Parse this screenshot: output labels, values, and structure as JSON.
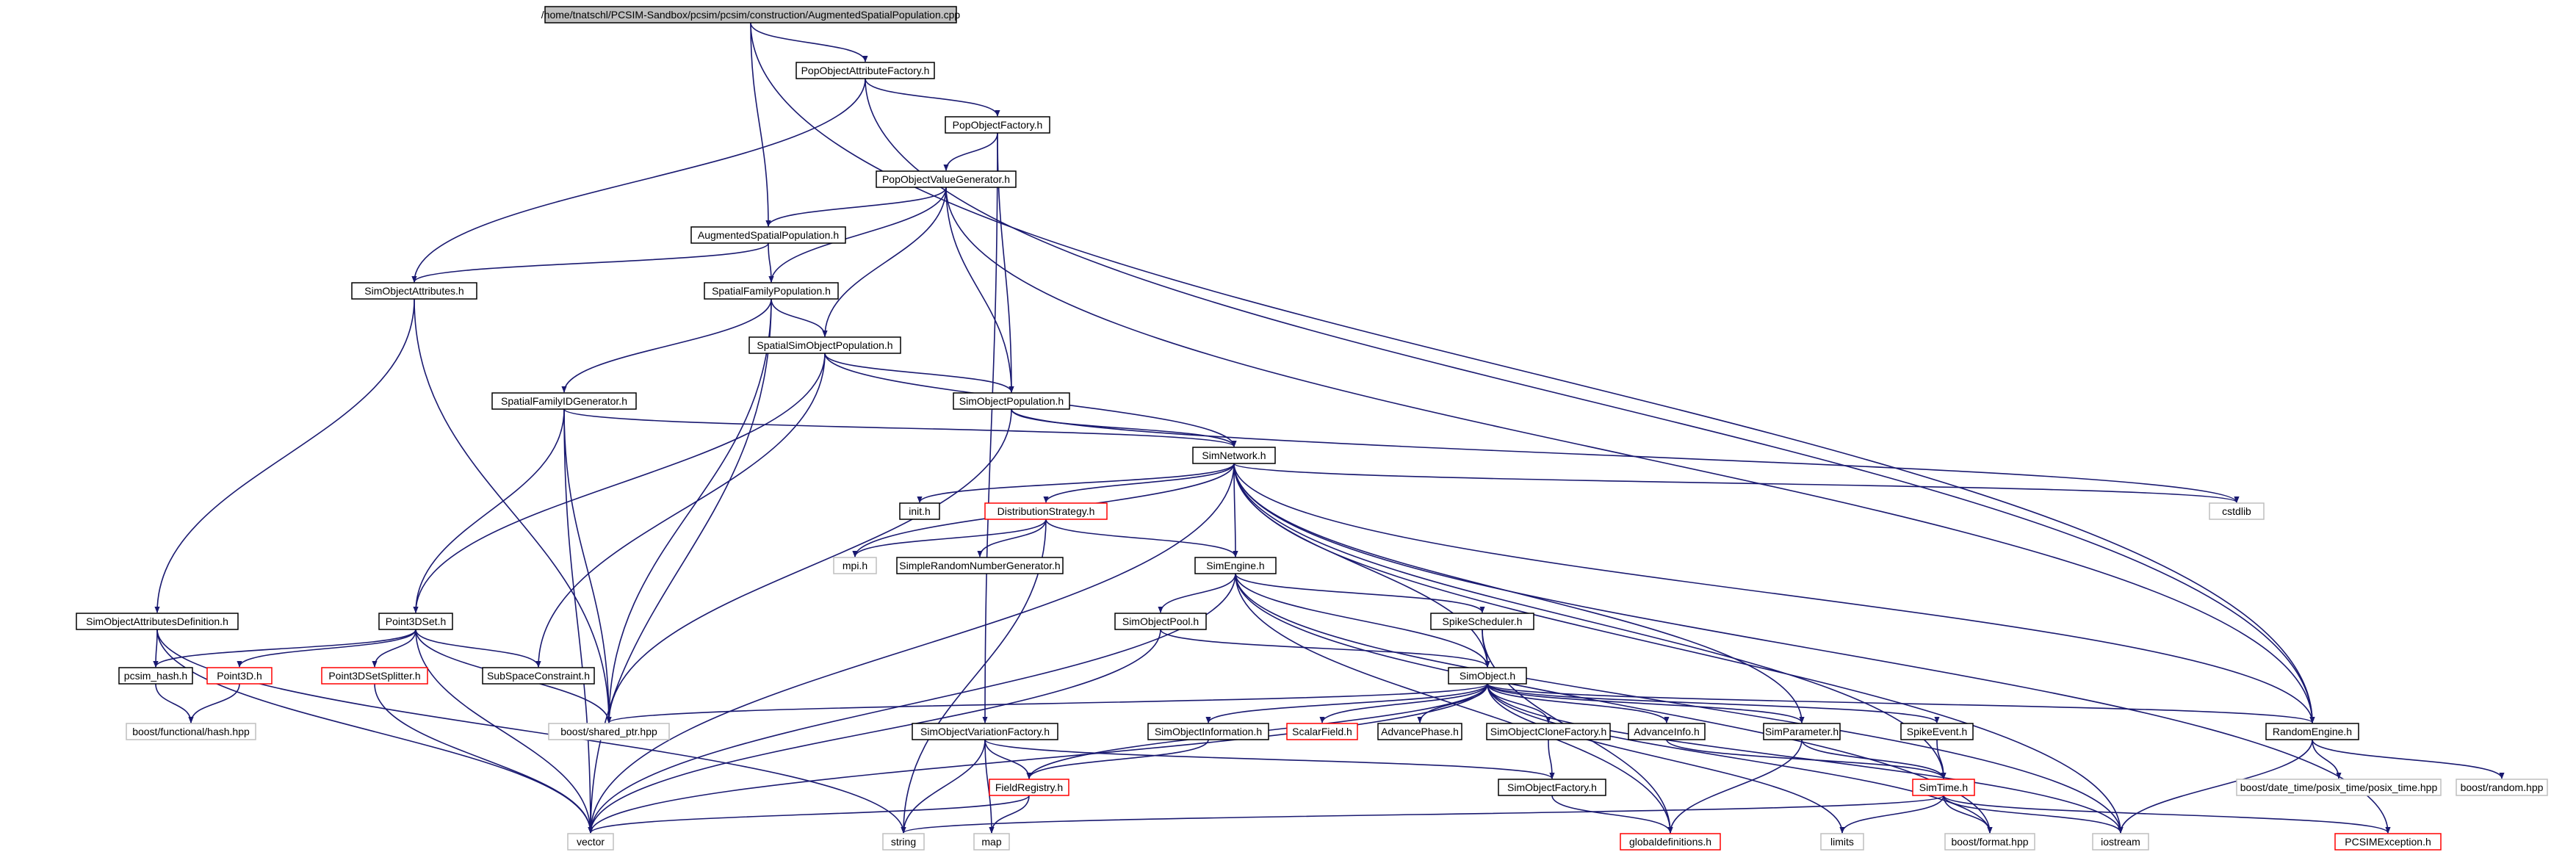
{
  "graph": {
    "colors": {
      "edge": "#191970",
      "normal_border": "#000000",
      "truncated_border": "#ff0000",
      "external_border": "#bfbfbf",
      "root_fill": "#bfbfbf",
      "node_fill": "#ffffff"
    },
    "nodes": [
      {
        "id": "root",
        "label": "/home/tnatschl/PCSIM-Sandbox/pcsim/pcsim/construction/AugmentedSpatialPopulation.cpp",
        "kind": "root"
      },
      {
        "id": "paf",
        "label": "PopObjectAttributeFactory.h",
        "kind": "normal"
      },
      {
        "id": "pof",
        "label": "PopObjectFactory.h",
        "kind": "normal"
      },
      {
        "id": "povg",
        "label": "PopObjectValueGenerator.h",
        "kind": "normal"
      },
      {
        "id": "asp",
        "label": "AugmentedSpatialPopulation.h",
        "kind": "normal"
      },
      {
        "id": "soa",
        "label": "SimObjectAttributes.h",
        "kind": "normal"
      },
      {
        "id": "sfp",
        "label": "SpatialFamilyPopulation.h",
        "kind": "normal"
      },
      {
        "id": "ssop",
        "label": "SpatialSimObjectPopulation.h",
        "kind": "normal"
      },
      {
        "id": "sop",
        "label": "SimObjectPopulation.h",
        "kind": "normal"
      },
      {
        "id": "sfig",
        "label": "SpatialFamilyIDGenerator.h",
        "kind": "normal"
      },
      {
        "id": "sn",
        "label": "SimNetwork.h",
        "kind": "normal"
      },
      {
        "id": "cstdlib",
        "label": "cstdlib",
        "kind": "external"
      },
      {
        "id": "inth",
        "label": "init.h",
        "kind": "normal"
      },
      {
        "id": "ds",
        "label": "DistributionStrategy.h",
        "kind": "truncated"
      },
      {
        "id": "mpi",
        "label": "mpi.h",
        "kind": "external"
      },
      {
        "id": "srng",
        "label": "SimpleRandomNumberGenerator.h",
        "kind": "normal"
      },
      {
        "id": "se",
        "label": "SimEngine.h",
        "kind": "normal"
      },
      {
        "id": "soad",
        "label": "SimObjectAttributesDefinition.h",
        "kind": "normal"
      },
      {
        "id": "p3ds",
        "label": "Point3DSet.h",
        "kind": "normal"
      },
      {
        "id": "sopool",
        "label": "SimObjectPool.h",
        "kind": "normal"
      },
      {
        "id": "ss",
        "label": "SpikeScheduler.h",
        "kind": "normal"
      },
      {
        "id": "pcsimhash",
        "label": "pcsim_hash.h",
        "kind": "normal"
      },
      {
        "id": "p3d",
        "label": "Point3D.h",
        "kind": "truncated"
      },
      {
        "id": "p3dss",
        "label": "Point3DSetSplitter.h",
        "kind": "truncated"
      },
      {
        "id": "ssc",
        "label": "SubSpaceConstraint.h",
        "kind": "normal"
      },
      {
        "id": "so",
        "label": "SimObject.h",
        "kind": "normal"
      },
      {
        "id": "bfh",
        "label": "boost/functional/hash.hpp",
        "kind": "external"
      },
      {
        "id": "bsp",
        "label": "boost/shared_ptr.hpp",
        "kind": "external"
      },
      {
        "id": "sovf",
        "label": "SimObjectVariationFactory.h",
        "kind": "normal"
      },
      {
        "id": "soi",
        "label": "SimObjectInformation.h",
        "kind": "normal"
      },
      {
        "id": "sf",
        "label": "ScalarField.h",
        "kind": "truncated"
      },
      {
        "id": "ap",
        "label": "AdvancePhase.h",
        "kind": "normal"
      },
      {
        "id": "socf",
        "label": "SimObjectCloneFactory.h",
        "kind": "normal"
      },
      {
        "id": "ai",
        "label": "AdvanceInfo.h",
        "kind": "normal"
      },
      {
        "id": "sp",
        "label": "SimParameter.h",
        "kind": "normal"
      },
      {
        "id": "sev",
        "label": "SpikeEvent.h",
        "kind": "normal"
      },
      {
        "id": "re",
        "label": "RandomEngine.h",
        "kind": "normal"
      },
      {
        "id": "fr",
        "label": "FieldRegistry.h",
        "kind": "truncated"
      },
      {
        "id": "sofac",
        "label": "SimObjectFactory.h",
        "kind": "normal"
      },
      {
        "id": "st",
        "label": "SimTime.h",
        "kind": "truncated"
      },
      {
        "id": "bdt",
        "label": "boost/date_time/posix_time/posix_time.hpp",
        "kind": "external"
      },
      {
        "id": "brand",
        "label": "boost/random.hpp",
        "kind": "external"
      },
      {
        "id": "vector",
        "label": "vector",
        "kind": "external"
      },
      {
        "id": "string",
        "label": "string",
        "kind": "external"
      },
      {
        "id": "map",
        "label": "map",
        "kind": "external"
      },
      {
        "id": "gd",
        "label": "globaldefinitions.h",
        "kind": "truncated"
      },
      {
        "id": "limits",
        "label": "limits",
        "kind": "external"
      },
      {
        "id": "bformat",
        "label": "boost/format.hpp",
        "kind": "external"
      },
      {
        "id": "iostream",
        "label": "iostream",
        "kind": "external"
      },
      {
        "id": "pcsimexc",
        "label": "PCSIMException.h",
        "kind": "truncated"
      }
    ],
    "edges": [
      [
        "root",
        "paf"
      ],
      [
        "root",
        "asp"
      ],
      [
        "root",
        "re"
      ],
      [
        "paf",
        "pof"
      ],
      [
        "paf",
        "soa"
      ],
      [
        "paf",
        "re"
      ],
      [
        "pof",
        "povg"
      ],
      [
        "pof",
        "sop"
      ],
      [
        "pof",
        "sovf"
      ],
      [
        "povg",
        "asp"
      ],
      [
        "povg",
        "sfp"
      ],
      [
        "povg",
        "ssop"
      ],
      [
        "povg",
        "sop"
      ],
      [
        "povg",
        "re"
      ],
      [
        "asp",
        "sfp"
      ],
      [
        "asp",
        "soa"
      ],
      [
        "soa",
        "soad"
      ],
      [
        "soa",
        "bsp"
      ],
      [
        "sfp",
        "ssop"
      ],
      [
        "sfp",
        "sfig"
      ],
      [
        "sfp",
        "bsp"
      ],
      [
        "sfp",
        "vector"
      ],
      [
        "ssop",
        "sop"
      ],
      [
        "ssop",
        "sn"
      ],
      [
        "ssop",
        "p3ds"
      ],
      [
        "ssop",
        "ssc"
      ],
      [
        "sop",
        "sn"
      ],
      [
        "sop",
        "cstdlib"
      ],
      [
        "sop",
        "bsp"
      ],
      [
        "sfig",
        "sn"
      ],
      [
        "sfig",
        "p3ds"
      ],
      [
        "sfig",
        "vector"
      ],
      [
        "sfig",
        "bsp"
      ],
      [
        "sn",
        "inth"
      ],
      [
        "sn",
        "ds"
      ],
      [
        "sn",
        "se"
      ],
      [
        "sn",
        "cstdlib"
      ],
      [
        "sn",
        "mpi"
      ],
      [
        "sn",
        "vector"
      ],
      [
        "sn",
        "so"
      ],
      [
        "sn",
        "sp"
      ],
      [
        "sn",
        "st"
      ],
      [
        "sn",
        "re"
      ],
      [
        "sn",
        "iostream"
      ],
      [
        "sn",
        "pcsimexc"
      ],
      [
        "ds",
        "mpi"
      ],
      [
        "ds",
        "srng"
      ],
      [
        "ds",
        "se"
      ],
      [
        "ds",
        "string"
      ],
      [
        "se",
        "sopool"
      ],
      [
        "se",
        "ss"
      ],
      [
        "se",
        "so"
      ],
      [
        "se",
        "vector"
      ],
      [
        "se",
        "gd"
      ],
      [
        "se",
        "iostream"
      ],
      [
        "se",
        "bformat"
      ],
      [
        "soad",
        "pcsimhash"
      ],
      [
        "soad",
        "string"
      ],
      [
        "soad",
        "vector"
      ],
      [
        "p3ds",
        "pcsimhash"
      ],
      [
        "p3ds",
        "p3d"
      ],
      [
        "p3ds",
        "p3dss"
      ],
      [
        "p3ds",
        "ssc"
      ],
      [
        "p3ds",
        "bsp"
      ],
      [
        "p3ds",
        "vector"
      ],
      [
        "pcsimhash",
        "bfh"
      ],
      [
        "p3d",
        "bfh"
      ],
      [
        "p3dss",
        "vector"
      ],
      [
        "sopool",
        "so"
      ],
      [
        "sopool",
        "vector"
      ],
      [
        "ss",
        "so"
      ],
      [
        "ss",
        "gd"
      ],
      [
        "so",
        "bsp"
      ],
      [
        "so",
        "soi"
      ],
      [
        "so",
        "sf"
      ],
      [
        "so",
        "ap"
      ],
      [
        "so",
        "socf"
      ],
      [
        "so",
        "ai"
      ],
      [
        "so",
        "sp"
      ],
      [
        "so",
        "sev"
      ],
      [
        "so",
        "re"
      ],
      [
        "so",
        "fr"
      ],
      [
        "so",
        "vector"
      ],
      [
        "so",
        "limits"
      ],
      [
        "so",
        "iostream"
      ],
      [
        "so",
        "bformat"
      ],
      [
        "sovf",
        "fr"
      ],
      [
        "sovf",
        "sofac"
      ],
      [
        "sovf",
        "string"
      ],
      [
        "sovf",
        "map"
      ],
      [
        "soi",
        "fr"
      ],
      [
        "socf",
        "sofac"
      ],
      [
        "sofac",
        "gd"
      ],
      [
        "ai",
        "st"
      ],
      [
        "sp",
        "st"
      ],
      [
        "sp",
        "gd"
      ],
      [
        "sev",
        "st"
      ],
      [
        "re",
        "bdt"
      ],
      [
        "re",
        "brand"
      ],
      [
        "re",
        "iostream"
      ],
      [
        "fr",
        "vector"
      ],
      [
        "fr",
        "map"
      ],
      [
        "st",
        "string"
      ],
      [
        "st",
        "limits"
      ],
      [
        "st",
        "bformat"
      ],
      [
        "st",
        "iostream"
      ],
      [
        "st",
        "pcsimexc"
      ]
    ]
  }
}
